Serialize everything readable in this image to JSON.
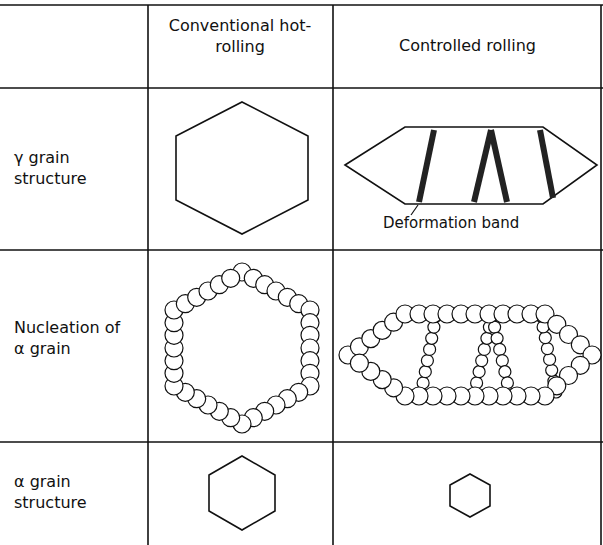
{
  "diagram": {
    "labels": [
      "Conventional hot-rolling",
      "Controlled rolling",
      "γ grain structure",
      "Deformation band",
      "Nucleation of α grain",
      "α grain structure"
    ]
  }
}
